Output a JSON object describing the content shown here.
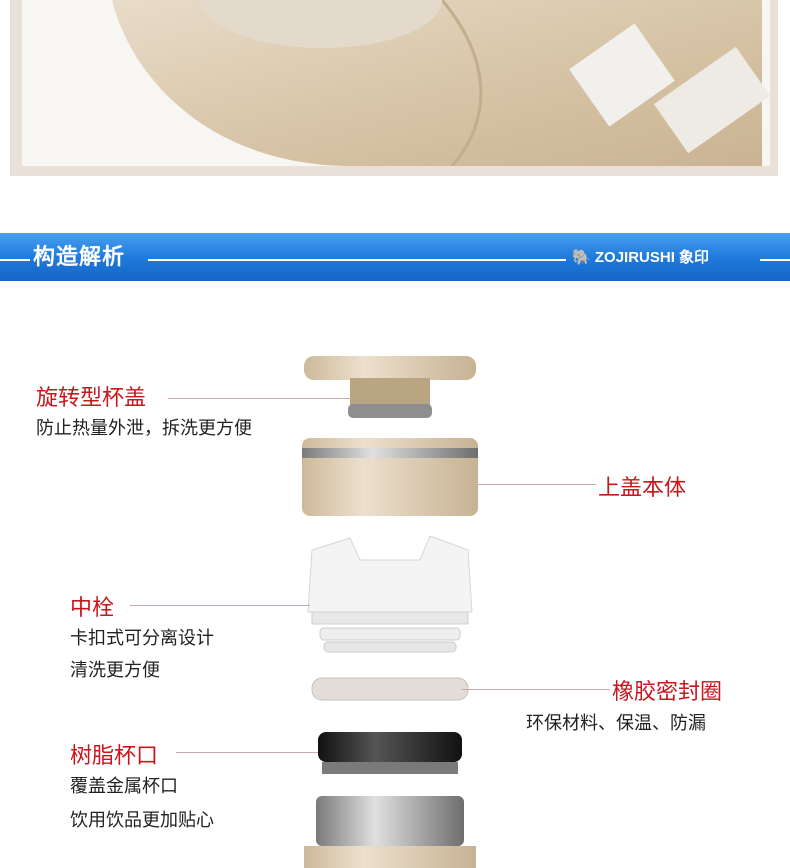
{
  "section": {
    "title": "构造解析",
    "brand": "ZOJIRUSHI",
    "brand_cn": "象印"
  },
  "parts": {
    "cap": {
      "title": "旋转型杯盖",
      "desc": [
        "防止热量外泄，拆洗更方便"
      ]
    },
    "upper_body": {
      "title": "上盖本体"
    },
    "stopper": {
      "title": "中栓",
      "desc": [
        "卡扣式可分离设计",
        "清洗更方便"
      ]
    },
    "gasket": {
      "title": "橡胶密封圈",
      "desc": [
        "环保材料、保温、防漏"
      ]
    },
    "resin_cup": {
      "title": "树脂杯口",
      "desc": [
        "覆盖金属杯口",
        "饮用饮品更加贴心"
      ]
    }
  },
  "colors": {
    "accent_red": "#c8161d",
    "banner_blue": "#1f7bdc",
    "champagne": "#d9c8ae"
  }
}
